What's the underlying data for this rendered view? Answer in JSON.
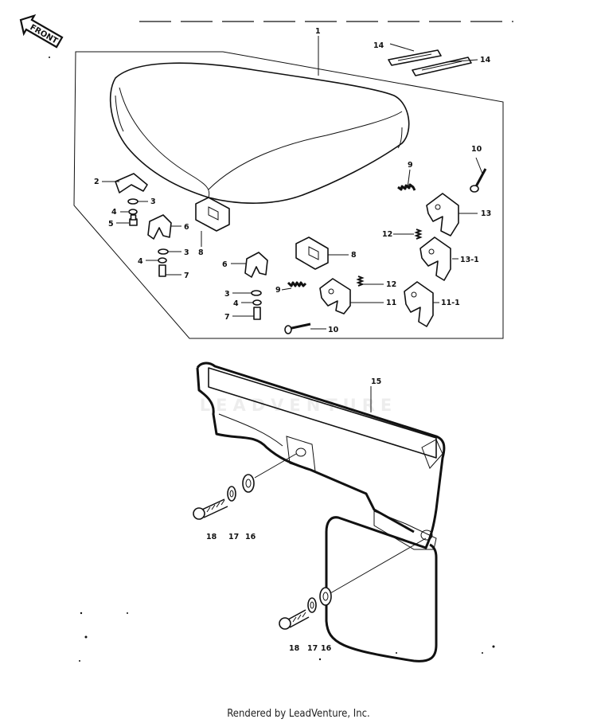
{
  "front_label": "FRONT",
  "watermark": "LEADVENTURE",
  "footer": "Rendered by LeadVenture, Inc.",
  "callouts": {
    "c1": "1",
    "c2": "2",
    "c3a": "3",
    "c3b": "3",
    "c3c": "3",
    "c4a": "4",
    "c4b": "4",
    "c4c": "4",
    "c5": "5",
    "c6a": "6",
    "c6b": "6",
    "c7a": "7",
    "c7b": "7",
    "c8a": "8",
    "c8b": "8",
    "c9a": "9",
    "c9b": "9",
    "c10a": "10",
    "c10b": "10",
    "c11": "11",
    "c11_1": "11-1",
    "c12a": "12",
    "c12b": "12",
    "c13": "13",
    "c13_1": "13-1",
    "c14a": "14",
    "c14b": "14",
    "c15": "15",
    "c16a": "16",
    "c16b": "16",
    "c17a": "17",
    "c17b": "17",
    "c18a": "18",
    "c18b": "18"
  }
}
